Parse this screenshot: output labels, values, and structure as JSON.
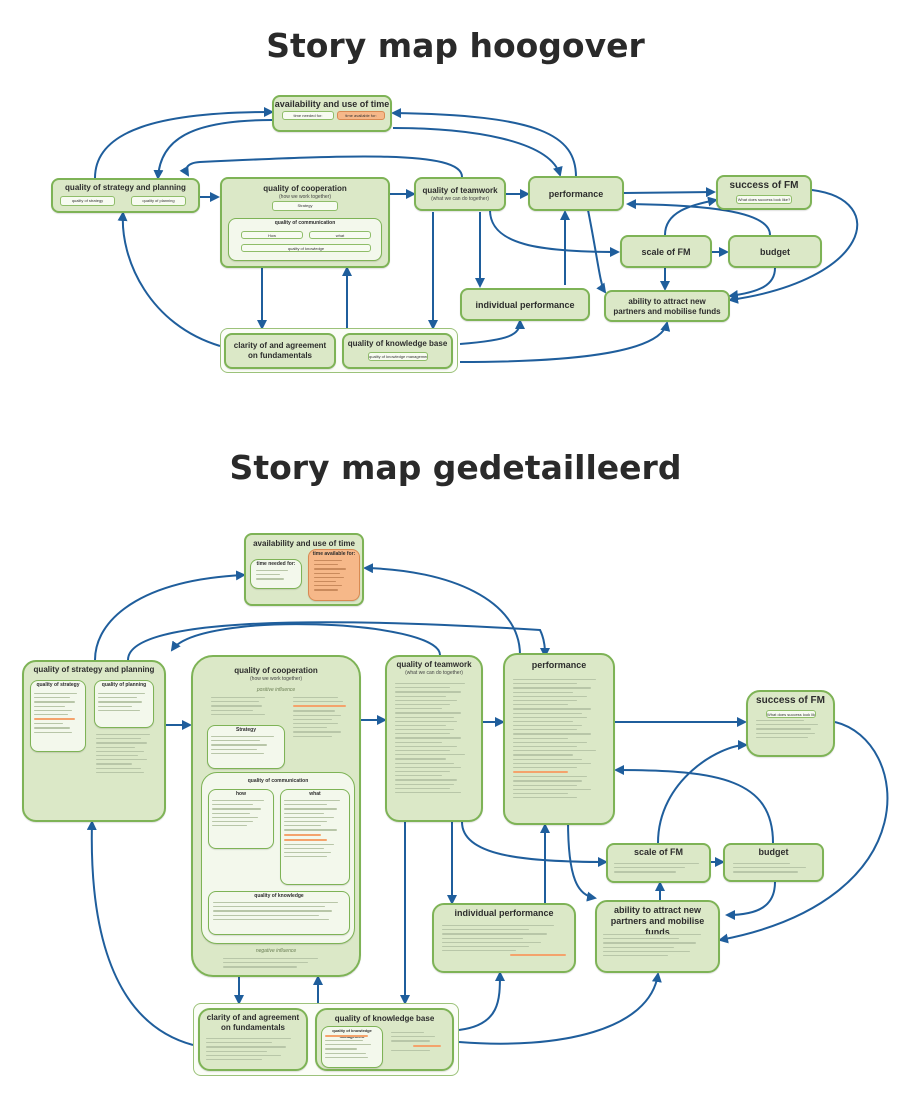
{
  "titles": {
    "top": "Story map hoogover",
    "bottom": "Story map gedetailleerd"
  },
  "colors": {
    "node_fill": "#dbe8c7",
    "node_border": "#7eb356",
    "arrow": "#1f5e9c",
    "highlight": "#f6b889"
  },
  "map1": {
    "availability": {
      "title": "availability and use of time",
      "needed": "time needed for:",
      "available": "time available for:"
    },
    "strategy": {
      "title": "quality of strategy and planning",
      "strategy": "quality of strategy",
      "planning": "quality of planning"
    },
    "cooperation": {
      "title": "quality of cooperation",
      "subtitle": "(how we work together)",
      "strategy_chip": "Strategy",
      "communication": {
        "title": "quality of communication",
        "how": "How",
        "what": "what",
        "knowledge": "quality of knowledge"
      }
    },
    "teamwork": {
      "title": "quality of teamwork",
      "subtitle": "(what we can do together)"
    },
    "performance": {
      "title": "performance"
    },
    "success": {
      "title": "success of FM",
      "chip": "What does success look like?"
    },
    "scale": {
      "title": "scale of FM"
    },
    "budget": {
      "title": "budget"
    },
    "individual": {
      "title": "individual performance"
    },
    "attract": {
      "title": "ability to attract new partners and mobilise funds"
    },
    "clarity": {
      "title": "clarity of and agreement on fundamentals"
    },
    "knowledge": {
      "title": "quality of knowledge base",
      "chip": "quality of knowledge management"
    }
  },
  "map2": {
    "availability": {
      "title": "availability and use of time",
      "needed": "time needed for:",
      "available": "time available for:"
    },
    "strategy": {
      "title": "quality of strategy and planning",
      "strategy": "quality of strategy",
      "planning": "quality of planning"
    },
    "cooperation": {
      "title": "quality of cooperation",
      "subtitle": "(how we work together)",
      "positive": "positive influence",
      "negative": "negative influence",
      "strategy": "Strategy",
      "communication": "quality of communication",
      "how": "how",
      "what": "what",
      "knowledge": "quality of knowledge"
    },
    "teamwork": {
      "title": "quality of teamwork",
      "subtitle": "(what we can do together)"
    },
    "performance": {
      "title": "performance"
    },
    "success": {
      "title": "success of FM",
      "chip": "What does success look like?"
    },
    "scale": {
      "title": "scale of FM"
    },
    "budget": {
      "title": "budget"
    },
    "individual": {
      "title": "individual performance"
    },
    "attract": {
      "title": "ability to attract new partners and mobilise funds"
    },
    "clarity": {
      "title": "clarity of and agreement on fundamentals"
    },
    "knowledge": {
      "title": "quality of knowledge base",
      "management": "quality of knowledge management"
    }
  }
}
